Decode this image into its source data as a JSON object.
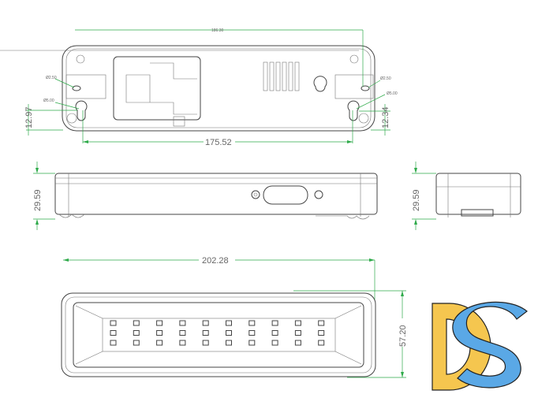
{
  "top_view": {
    "overall_width": "186.30",
    "hole_spacing": "175.52",
    "left_offset": "12.97",
    "right_offset": "12.34",
    "small_hole_left": "Ø2.50",
    "keyhole_left": "Ø5.00",
    "small_hole_right": "Ø2.50",
    "keyhole_right": "Ø5.00"
  },
  "side_view": {
    "height": "29.59"
  },
  "end_view": {
    "height": "29.59"
  },
  "front_view": {
    "length": "202.28",
    "height": "57.20",
    "led_rows": 3,
    "led_columns": 10
  },
  "logo": {
    "text": "DS",
    "colors": {
      "d": "#f5c64f",
      "s": "#5aa8e6"
    }
  },
  "colors": {
    "dimension": "#2eaa4a",
    "outline": "#444444"
  }
}
